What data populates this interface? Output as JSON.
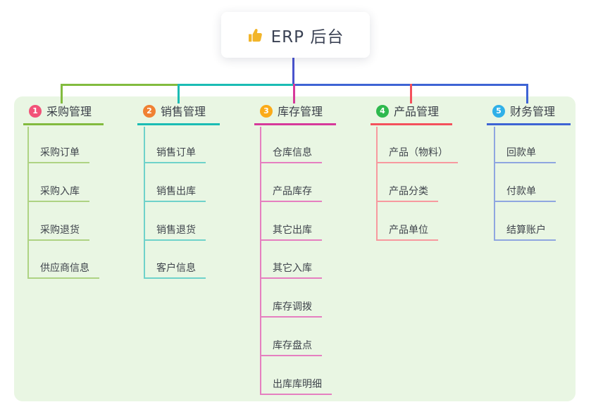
{
  "root": {
    "icon": "thumbs-up-icon",
    "title": "ERP 后台"
  },
  "colors": {
    "panel_bg": "#e9f6e3",
    "root_line": "#4a54ce",
    "thumb_icon": "#f2b52a"
  },
  "connector": {
    "root_line_color": "#4a54ce"
  },
  "branches": [
    {
      "badge": "1",
      "title": "采购管理",
      "color": "#82bb3f",
      "light": "#aed383",
      "badge_color": "#f25278",
      "children": [
        "采购订单",
        "采购入库",
        "采购退货",
        "供应商信息"
      ]
    },
    {
      "badge": "2",
      "title": "销售管理",
      "color": "#1bbcb4",
      "light": "#6fd2ca",
      "badge_color": "#f08133",
      "children": [
        "销售订单",
        "销售出库",
        "销售退货",
        "客户信息"
      ]
    },
    {
      "badge": "3",
      "title": "库存管理",
      "color": "#d6399b",
      "light": "#e57fc0",
      "badge_color": "#fbab19",
      "children": [
        "仓库信息",
        "产品库存",
        "其它出库",
        "其它入库",
        "库存调拨",
        "库存盘点",
        "出库库明细"
      ]
    },
    {
      "badge": "4",
      "title": "产品管理",
      "color": "#f4515c",
      "light": "#f7999f",
      "badge_color": "#2eb94e",
      "children": [
        "产品（物料）",
        "产品分类",
        "产品单位"
      ]
    },
    {
      "badge": "5",
      "title": "财务管理",
      "color": "#3e64d4",
      "light": "#8fa6e0",
      "badge_color": "#2fb0e8",
      "children": [
        "回款单",
        "付款单",
        "结算账户"
      ]
    }
  ]
}
